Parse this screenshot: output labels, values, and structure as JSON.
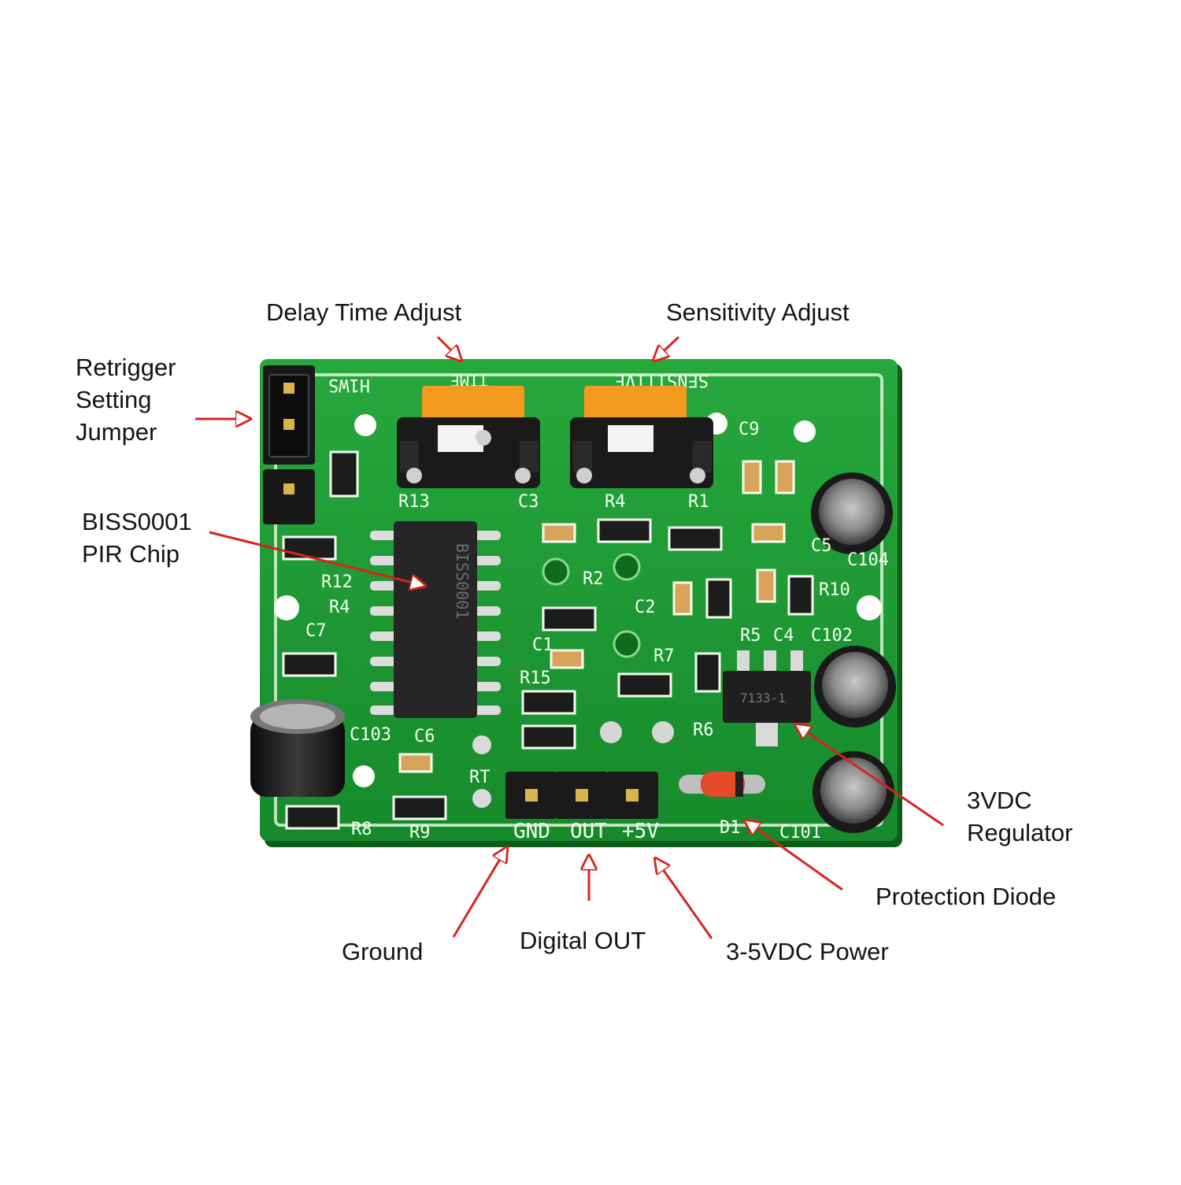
{
  "labels": {
    "retrigger": "Retrigger\nSetting\nJumper",
    "delay": "Delay Time Adjust",
    "sensitivity": "Sensitivity Adjust",
    "chip": "BISS0001\nPIR Chip",
    "regulator": "3VDC\nRegulator",
    "diode": "Protection Diode",
    "ground": "Ground",
    "digital_out": "Digital OUT",
    "power": "3-5VDC Power"
  },
  "silkscreen": {
    "jumper": "H1WS",
    "time": "TIME",
    "sensitive": "SENSITIVE",
    "pins": [
      "GND",
      "OUT",
      "+5V"
    ],
    "refs": [
      "R13",
      "C3",
      "R4",
      "R1",
      "C9",
      "C5",
      "C104",
      "R12",
      "R4",
      "C2",
      "R2",
      "R10",
      "R5",
      "C4",
      "C102",
      "C7",
      "R15",
      "C1",
      "R7",
      "R6",
      "C103",
      "C6",
      "RT",
      "R8",
      "R9",
      "D1",
      "C101"
    ],
    "chip_marking": "BISS0001",
    "regulator_marking": "7133-1"
  },
  "colors": {
    "pcb": "#1f9a34",
    "pcb_dark": "#127a23",
    "silk": "#f4fff0",
    "pot_cap": "#f39a1f",
    "arrow": "#d8241c",
    "ic": "#262626",
    "label": "#141414"
  }
}
